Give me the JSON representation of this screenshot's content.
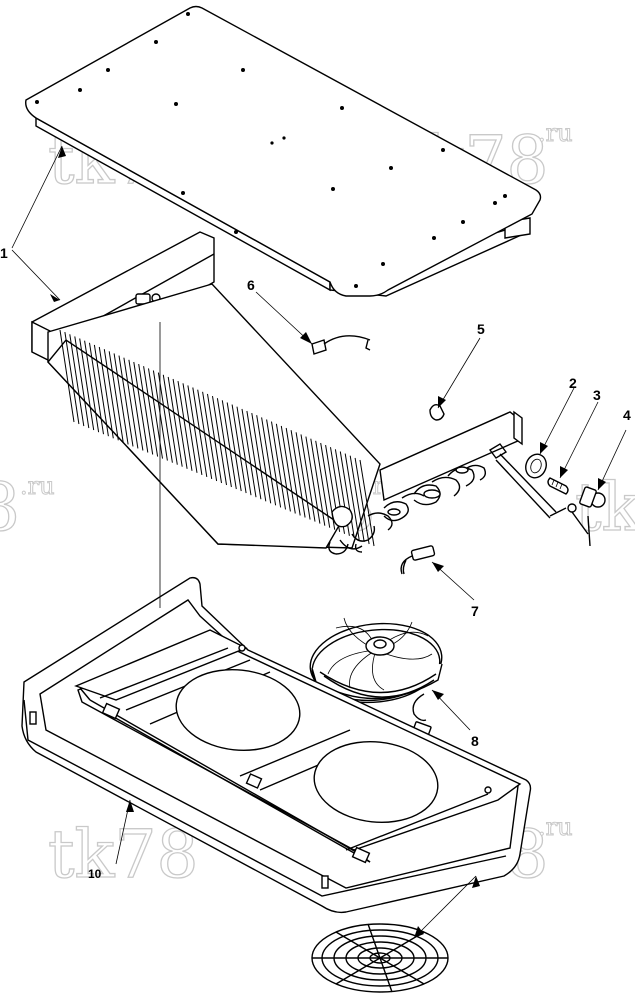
{
  "diagram": {
    "callouts": [
      "1",
      "2",
      "3",
      "4",
      "5",
      "6",
      "7",
      "8",
      "10"
    ],
    "watermark": {
      "main": "tk78",
      "suffix": ".ru",
      "partial": "8"
    }
  }
}
